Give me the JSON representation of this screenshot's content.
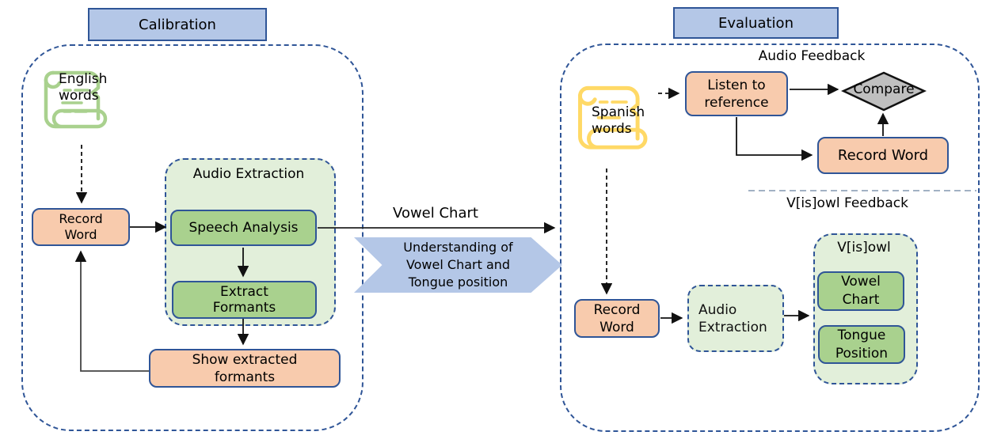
{
  "calibration": {
    "title": "Calibration",
    "scroll_label": "English words",
    "record_word": "Record Word",
    "audio_extraction_group": "Audio Extraction",
    "speech_analysis": "Speech Analysis",
    "extract_formants": "Extract Formants",
    "show_extracted_formants": "Show extracted formants"
  },
  "middle": {
    "vowel_chart_arrow_label": "Vowel Chart",
    "banner_lines": [
      "Understanding of",
      "Vowel Chart and",
      "Tongue position"
    ]
  },
  "evaluation": {
    "title": "Evaluation",
    "audio_feedback_label": "Audio Feedback",
    "scroll_label": "Spanish words",
    "listen_to_reference": "Listen to reference",
    "compare": "Compare",
    "record_word_top": "Record Word",
    "visowl_feedback_label": "V[is]owl Feedback",
    "record_word_bottom": "Record Word",
    "audio_extraction": "Audio Extraction",
    "visowl_group": "V[is]owl",
    "vowel_chart": "Vowel Chart",
    "tongue_position": "Tongue Position"
  },
  "icons": {
    "calibration_words": "scroll-icon",
    "evaluation_words": "scroll-icon"
  },
  "colors": {
    "node_border": "#2F5597",
    "orange_fill": "#F8CBAD",
    "green_fill": "#A9D18E",
    "light_green_fill": "#E2EFDA",
    "blue_fill": "#B4C7E7",
    "diamond_fill": "#BFBFBF",
    "scroll_green": "#A9D18E",
    "scroll_yellow": "#FFD966",
    "separator": "#8497B0"
  }
}
